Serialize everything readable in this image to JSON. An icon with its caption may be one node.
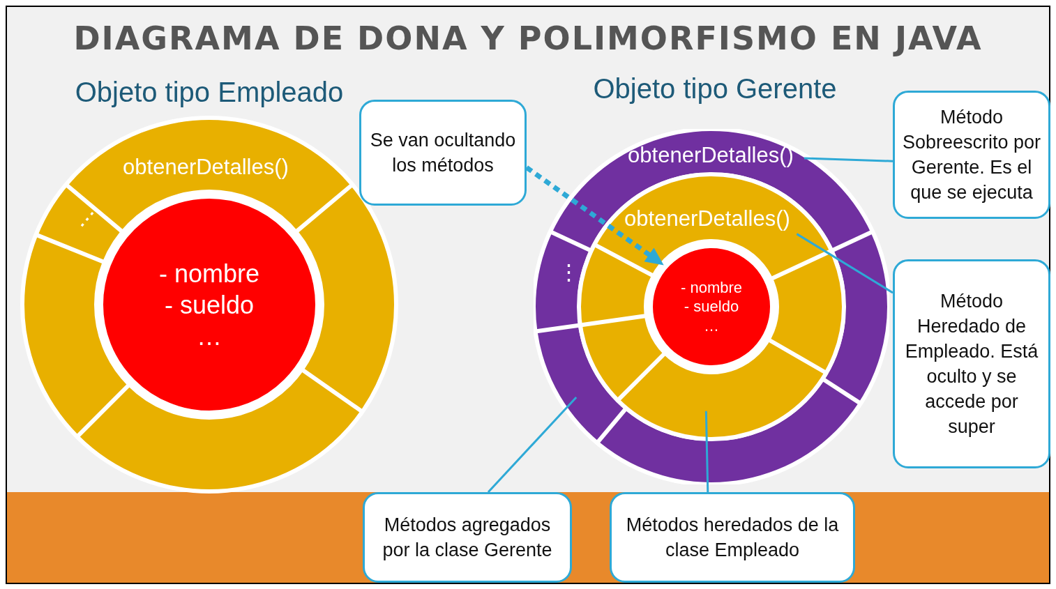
{
  "diagram": {
    "title": "DIAGRAMA DE DONA Y POLIMORFISMO EN JAVA",
    "nodes": [
      {
        "text": [
          "Objeto tipo Empleado"
        ]
      },
      {
        "text": [
          "obtenerDetalles()"
        ],
        "in": 0
      },
      {
        "text": [
          "⋮"
        ],
        "in": 0
      },
      {
        "text": [
          "- nombre",
          "- sueldo",
          "…"
        ],
        "in": 0
      },
      {
        "text": [
          "Objeto tipo Gerente"
        ]
      },
      {
        "text": [],
        "shape": "ring",
        "in": 4
      },
      {
        "text": [
          "obtenerDetalles()"
        ],
        "in": 5
      },
      {
        "text": [
          "⋮"
        ],
        "in": 5
      },
      {
        "text": [],
        "shape": "ring",
        "in": 5
      },
      {
        "text": [
          "obtenerDetalles()"
        ],
        "in": 8
      },
      {
        "text": [
          "- nombre",
          "- sueldo",
          "…"
        ],
        "in": 8
      },
      {
        "text": [
          "Se van ocultando los métodos"
        ]
      },
      {
        "text": [
          "Método Sobreescrito por Gerente. Es el que se ejecuta"
        ]
      },
      {
        "text": [
          "Método Heredado de Empleado. Está oculto y se accede por super"
        ]
      },
      {
        "text": [
          "Métodos agregados por la clase Gerente"
        ]
      },
      {
        "text": [
          "Métodos heredados de la clase Empleado"
        ]
      }
    ],
    "edges": [
      {
        "from": 11,
        "to": 10,
        "arrow": "to",
        "style": "dashed",
        "color": "#2ea9d6"
      },
      {
        "from": 12,
        "to": 6,
        "arrow": "none"
      },
      {
        "from": 13,
        "to": 9,
        "arrow": "none"
      },
      {
        "from": 14,
        "to": 5,
        "arrow": "none"
      },
      {
        "from": 15,
        "to": 8,
        "arrow": "none"
      }
    ]
  }
}
